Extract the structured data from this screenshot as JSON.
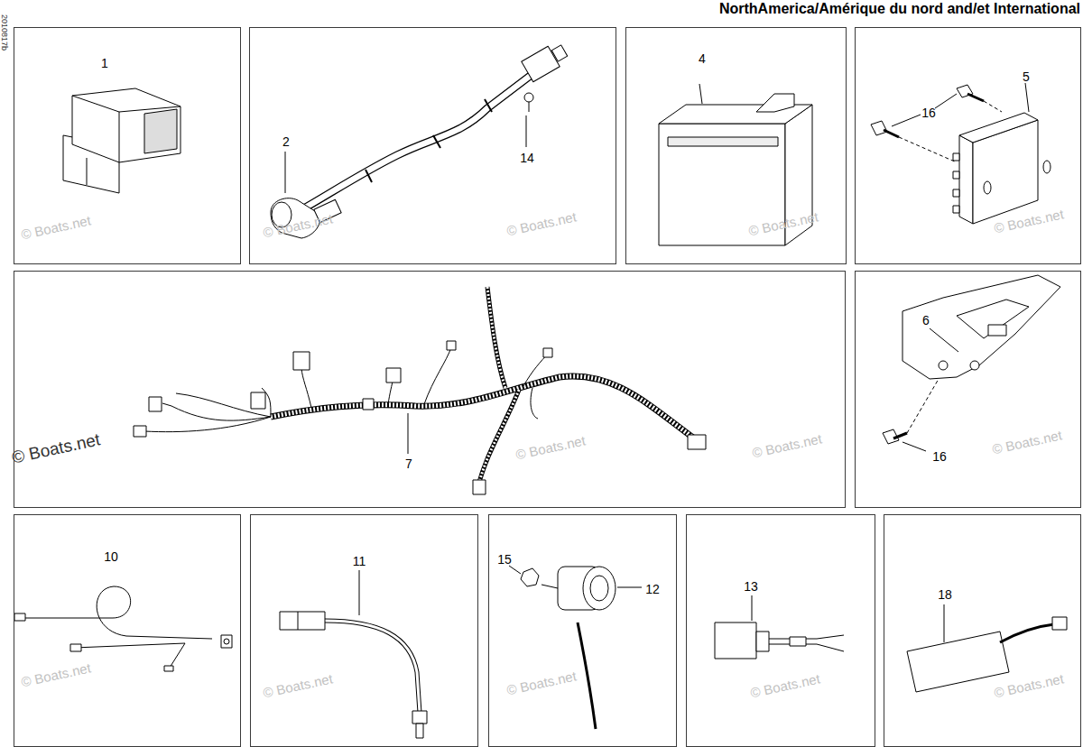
{
  "diagram": {
    "title": "NorthAmerica/Amérique du nord and/et International",
    "nodes": [
      {
        "text": [
          "1"
        ]
      },
      {
        "text": [
          "2",
          "14"
        ]
      },
      {
        "text": [
          "4"
        ]
      },
      {
        "text": [
          "5",
          "16"
        ]
      },
      {
        "text": [
          "7"
        ]
      },
      {
        "text": [
          "6",
          "16"
        ]
      },
      {
        "text": [
          "10"
        ]
      },
      {
        "text": [
          "11"
        ]
      },
      {
        "text": [
          "15",
          "12"
        ]
      },
      {
        "text": [
          "13"
        ]
      },
      {
        "text": [
          "18"
        ]
      }
    ],
    "labels": [
      "2010817b",
      "© Boats.net",
      "© Boats.net",
      "© Boats.net",
      "© Boats.net",
      "© Boats.net",
      "© Boats.net",
      "© Boats.net",
      "© Boats.net",
      "© Boats.net",
      "© Boats.net",
      "© Boats.net",
      "© Boats.net",
      "© Boats.net",
      "© Boats.net"
    ]
  }
}
